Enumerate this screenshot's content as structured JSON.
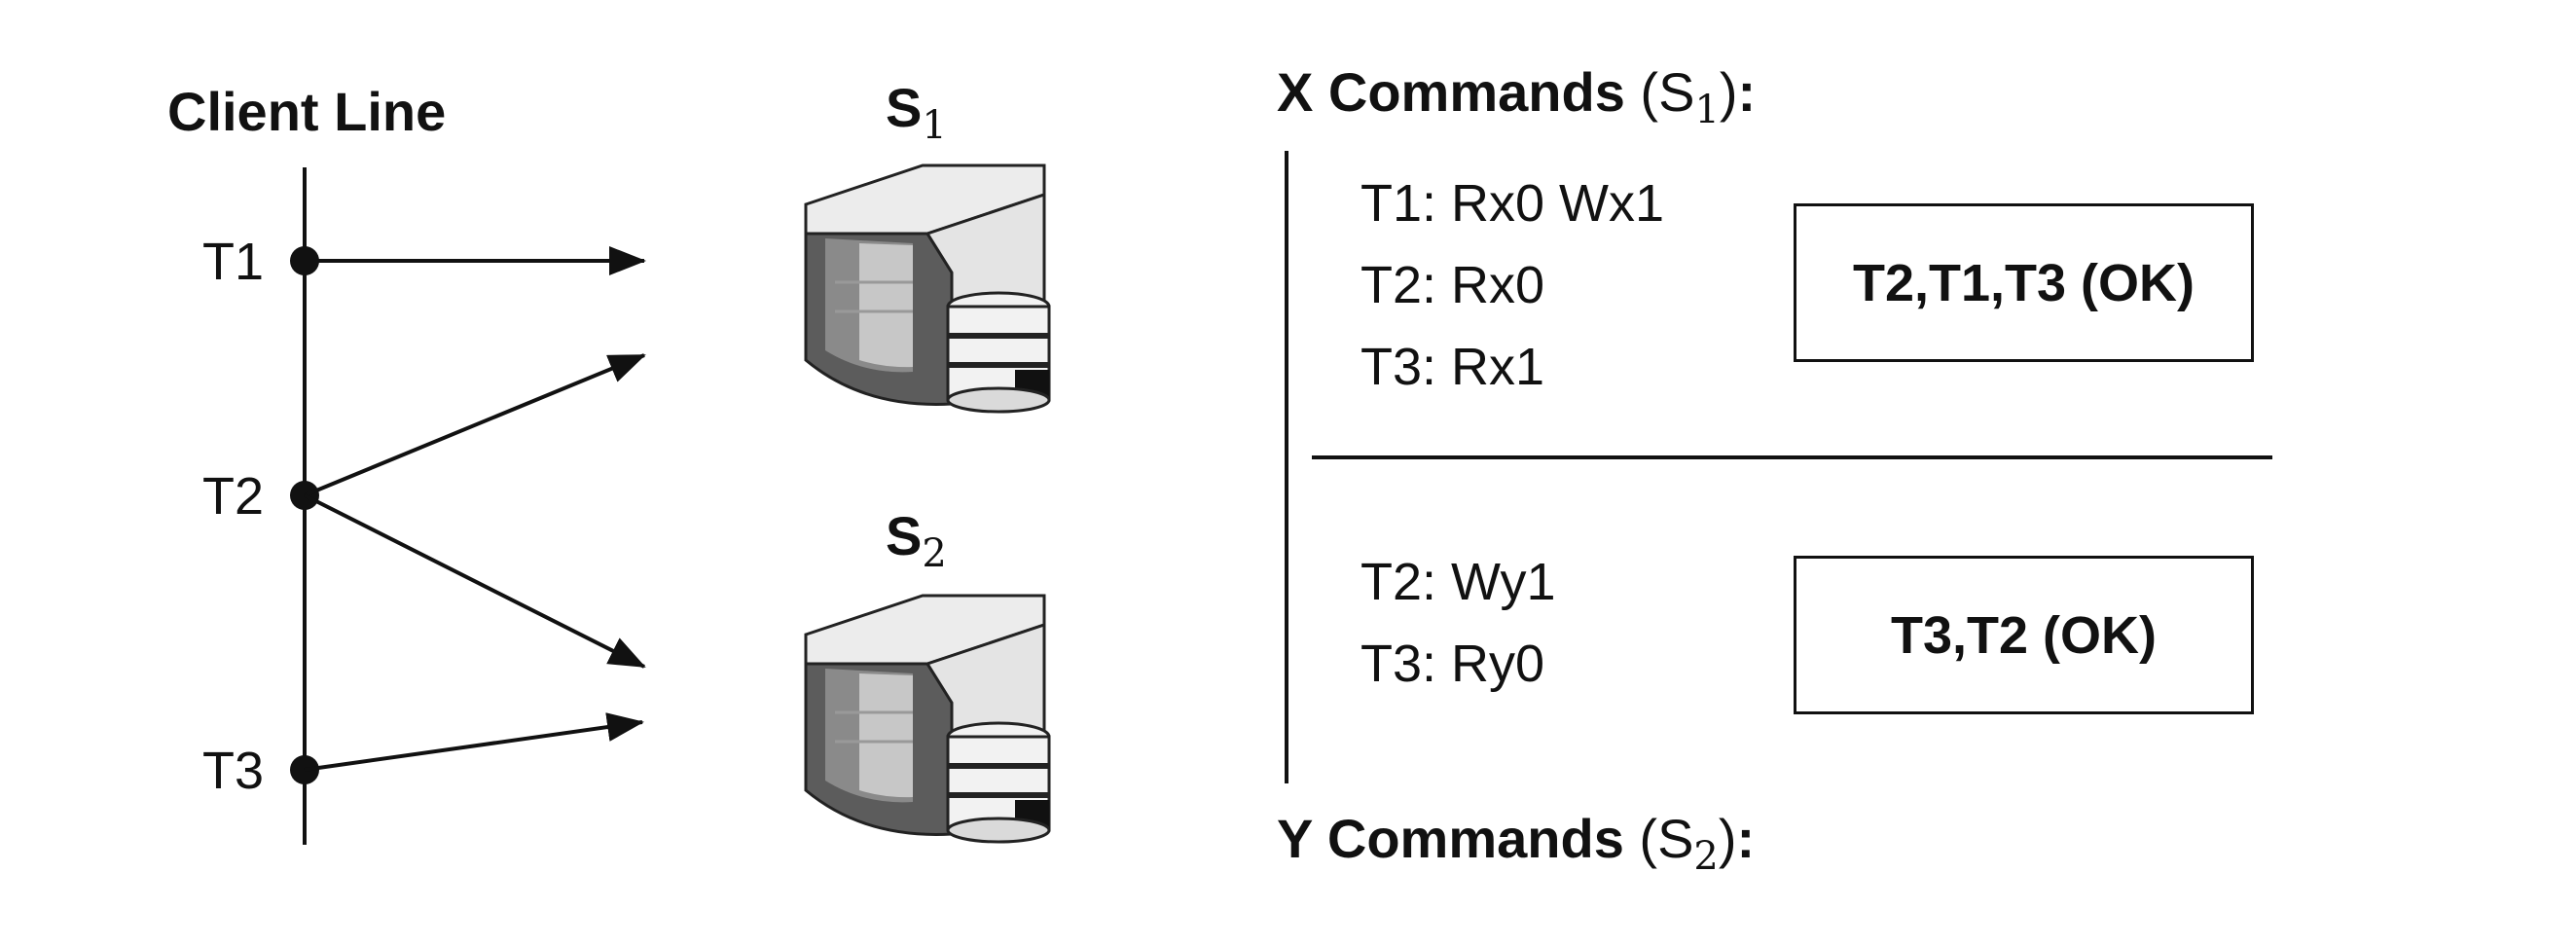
{
  "client": {
    "title": "Client Line",
    "transactions": [
      "T1",
      "T2",
      "T3"
    ]
  },
  "servers": [
    {
      "letter": "S",
      "index": "1"
    },
    {
      "letter": "S",
      "index": "2"
    }
  ],
  "x_section": {
    "title": "X Commands",
    "server_letter": "S",
    "server_index": "1",
    "colon": ":",
    "commands": [
      "T1: Rx0 Wx1",
      "T2: Rx0",
      "T3: Rx1"
    ],
    "result": "T2,T1,T3 (OK)"
  },
  "y_section": {
    "title": "Y Commands",
    "server_letter": "S",
    "server_index": "2",
    "colon": ":",
    "commands": [
      "T2: Wy1",
      "T3: Ry0"
    ],
    "result": "T3,T2 (OK)"
  },
  "colors": {
    "line": "#111111",
    "server_light": "#e6e6e6",
    "server_mid": "#b5b5b5",
    "server_dark": "#5a5a5a"
  }
}
